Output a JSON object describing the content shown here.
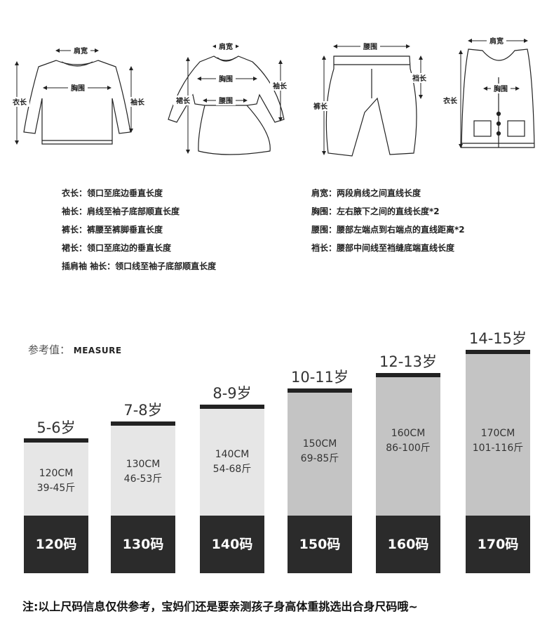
{
  "garments": {
    "sweater": {
      "shoulder": "肩宽",
      "chest": "胸围",
      "length": "衣长",
      "sleeve": "袖长"
    },
    "dress": {
      "shoulder": "肩宽",
      "chest": "胸围",
      "waist": "腰围",
      "length": "裙长",
      "sleeve": "袖长"
    },
    "pants": {
      "waist": "腰围",
      "rise": "裆长",
      "length": "裤长"
    },
    "vest": {
      "shoulder": "肩宽",
      "chest": "胸围",
      "length": "衣长"
    }
  },
  "definitions_left": [
    "衣长：领口至底边垂直长度",
    "袖长：肩线至袖子底部顺直长度",
    "裤长：裤腰至裤脚垂直长度",
    "裙长：领口至底边的垂直长度",
    "插肩袖 袖长：领口线至袖子底部顺直长度"
  ],
  "definitions_right": [
    "肩宽：两段肩线之间直线长度",
    "胸围：左右腋下之间的直线长度*2",
    "腰围：腰部左端点到右端点的直线距离*2",
    "裆长：腰部中间线至裆缝底端直线长度"
  ],
  "reference": {
    "label_cn": "参考值：",
    "label_en": "MEASURE"
  },
  "sizes": [
    {
      "age": "5-6岁",
      "height": "120CM",
      "weight": "39-45斤",
      "size": "120码",
      "color": "#e6e6e6"
    },
    {
      "age": "7-8岁",
      "height": "130CM",
      "weight": "46-53斤",
      "size": "130码",
      "color": "#e6e6e6"
    },
    {
      "age": "8-9岁",
      "height": "140CM",
      "weight": "54-68斤",
      "size": "140码",
      "color": "#e6e6e6"
    },
    {
      "age": "10-11岁",
      "height": "150CM",
      "weight": "69-85斤",
      "size": "150码",
      "color": "#c4c4c4"
    },
    {
      "age": "12-13岁",
      "height": "160CM",
      "weight": "86-100斤",
      "size": "160码",
      "color": "#c4c4c4"
    },
    {
      "age": "14-15岁",
      "height": "170CM",
      "weight": "101-116斤",
      "size": "170码",
      "color": "#c4c4c4"
    }
  ],
  "note": "注:以上尺码信息仅供参考，宝妈们还是要亲测孩子身高体重挑选出合身尺码哦~"
}
